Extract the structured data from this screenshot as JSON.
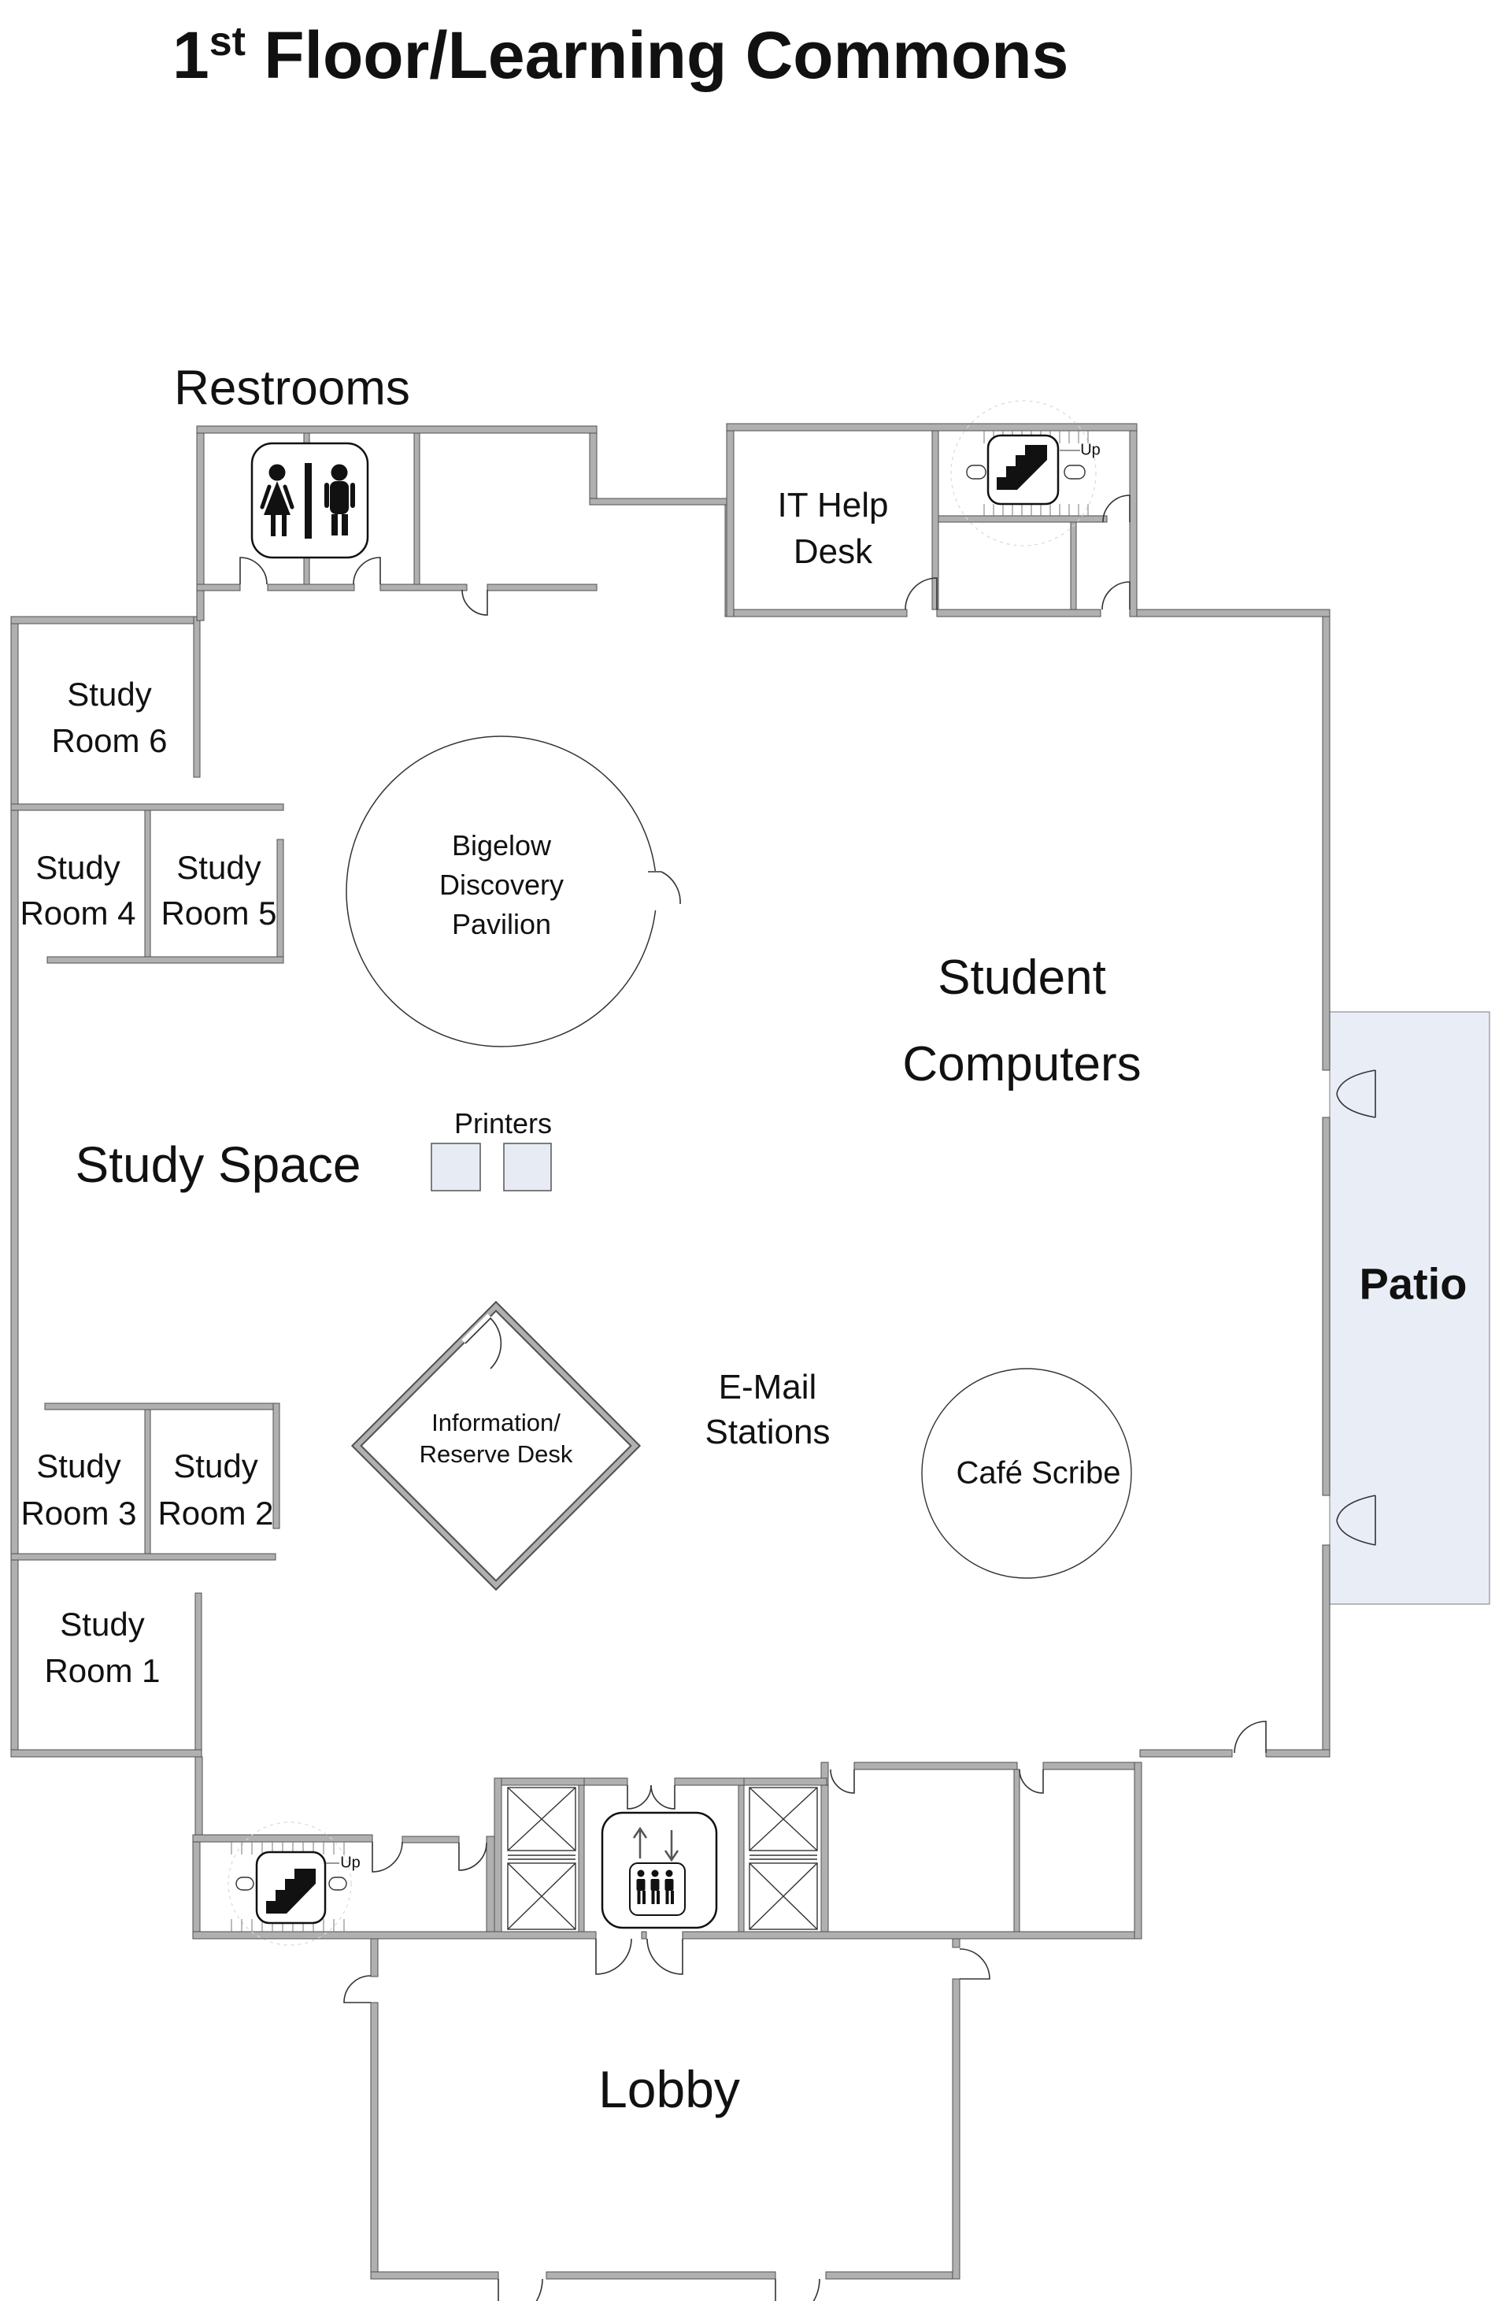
{
  "title": {
    "number": "1",
    "ordinal": "st",
    "rest": " Floor/Learning Commons"
  },
  "areas": {
    "restrooms": "Restrooms",
    "study_room_6": [
      "Study",
      "Room 6"
    ],
    "study_room_5": [
      "Study",
      "Room 5"
    ],
    "study_room_4": [
      "Study",
      "Room 4"
    ],
    "study_room_3": [
      "Study",
      "Room 3"
    ],
    "study_room_2": [
      "Study",
      "Room 2"
    ],
    "study_room_1": [
      "Study",
      "Room 1"
    ],
    "bigelow": [
      "Bigelow",
      "Discovery",
      "Pavilion"
    ],
    "it_help_desk": [
      "IT Help",
      "Desk"
    ],
    "student_computers": [
      "Student",
      "Computers"
    ],
    "printers": "Printers",
    "study_space": "Study Space",
    "email_stations": [
      "E-Mail",
      "Stations"
    ],
    "information_desk": [
      "Information/",
      "Reserve Desk"
    ],
    "cafe_scribe": "Café Scribe",
    "patio": "Patio",
    "lobby": "Lobby",
    "stairs_up_top": "Up",
    "stairs_up_bottom": "Up"
  },
  "colors": {
    "wall_fill": "#b0b0b0",
    "wall_edge": "#4f4f4f",
    "patio_fill": "#e9edf6",
    "printer_fill": "#e7ecf4",
    "line_color": "#333333",
    "text_color": "#111111"
  }
}
